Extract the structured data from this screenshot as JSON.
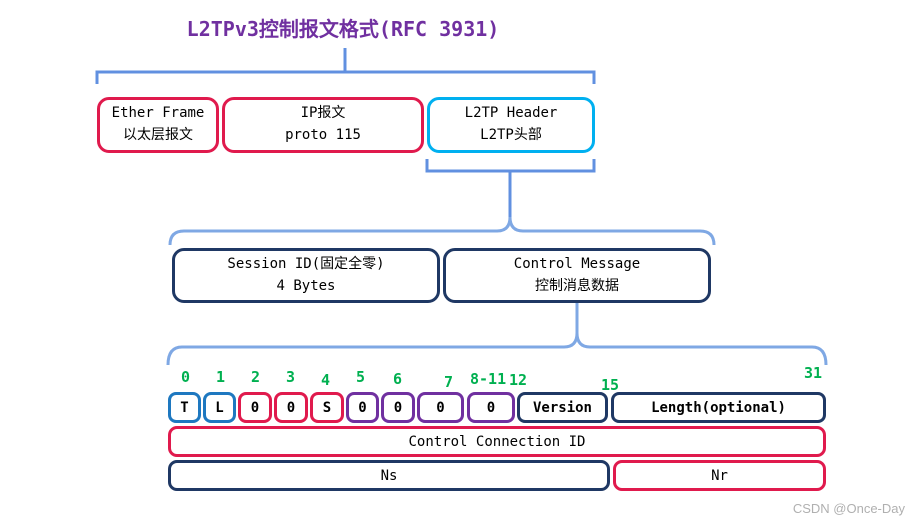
{
  "title": "L2TPv3控制报文格式(RFC 3931)",
  "watermark": "CSDN @Once-Day",
  "colors": {
    "title_purple": "#7030A0",
    "box_red": "#E01A4D",
    "box_cyan": "#00B0F0",
    "box_navy": "#1F3864",
    "box_blue": "#1E78C0",
    "box_purple": "#7030A0",
    "bit_number_green": "#00B050",
    "bracket_blue": "#6190E0",
    "brace_blue": "#7FA8E4"
  },
  "top_row": [
    {
      "line1": "Ether Frame",
      "line2": "以太层报文"
    },
    {
      "line1": "IP报文",
      "line2": "proto 115"
    },
    {
      "line1": "L2TP Header",
      "line2": "L2TP头部"
    }
  ],
  "mid_row": [
    {
      "line1": "Session ID(固定全零)",
      "line2": "4 Bytes"
    },
    {
      "line1": "Control Message",
      "line2": "控制消息数据"
    }
  ],
  "bits": {
    "numbers": [
      "0",
      "1",
      "2",
      "3",
      "4",
      "5",
      "6",
      "7",
      "8-11",
      "12",
      "15",
      "31"
    ],
    "fields": [
      {
        "label": "T"
      },
      {
        "label": "L"
      },
      {
        "label": "0"
      },
      {
        "label": "0"
      },
      {
        "label": "S"
      },
      {
        "label": "0"
      },
      {
        "label": "0"
      },
      {
        "label": "0"
      },
      {
        "label": "0"
      },
      {
        "label": "Version"
      },
      {
        "label": "Length(optional)"
      }
    ]
  },
  "rows": {
    "control_connection_id": "Control Connection ID",
    "ns": "Ns",
    "nr": "Nr"
  }
}
